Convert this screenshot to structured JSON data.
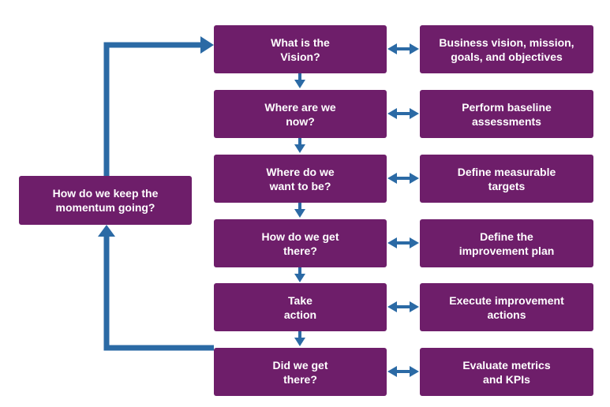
{
  "colors": {
    "box": "#6e1e6a",
    "arrow": "#2b6aa5"
  },
  "steps": [
    {
      "question": "What is the\nVision?",
      "action": "Business vision, mission,\ngoals, and objectives"
    },
    {
      "question": "Where are we\nnow?",
      "action": "Perform baseline\nassessments"
    },
    {
      "question": "Where do we\nwant to be?",
      "action": "Define measurable\ntargets"
    },
    {
      "question": "How do we get\nthere?",
      "action": "Define the\nimprovement plan"
    },
    {
      "question": "Take\naction",
      "action": "Execute improvement\nactions"
    },
    {
      "question": "Did we get\nthere?",
      "action": "Evaluate metrics\nand KPIs"
    }
  ],
  "loop": {
    "label": "How do we keep the\nmomentum going?"
  }
}
